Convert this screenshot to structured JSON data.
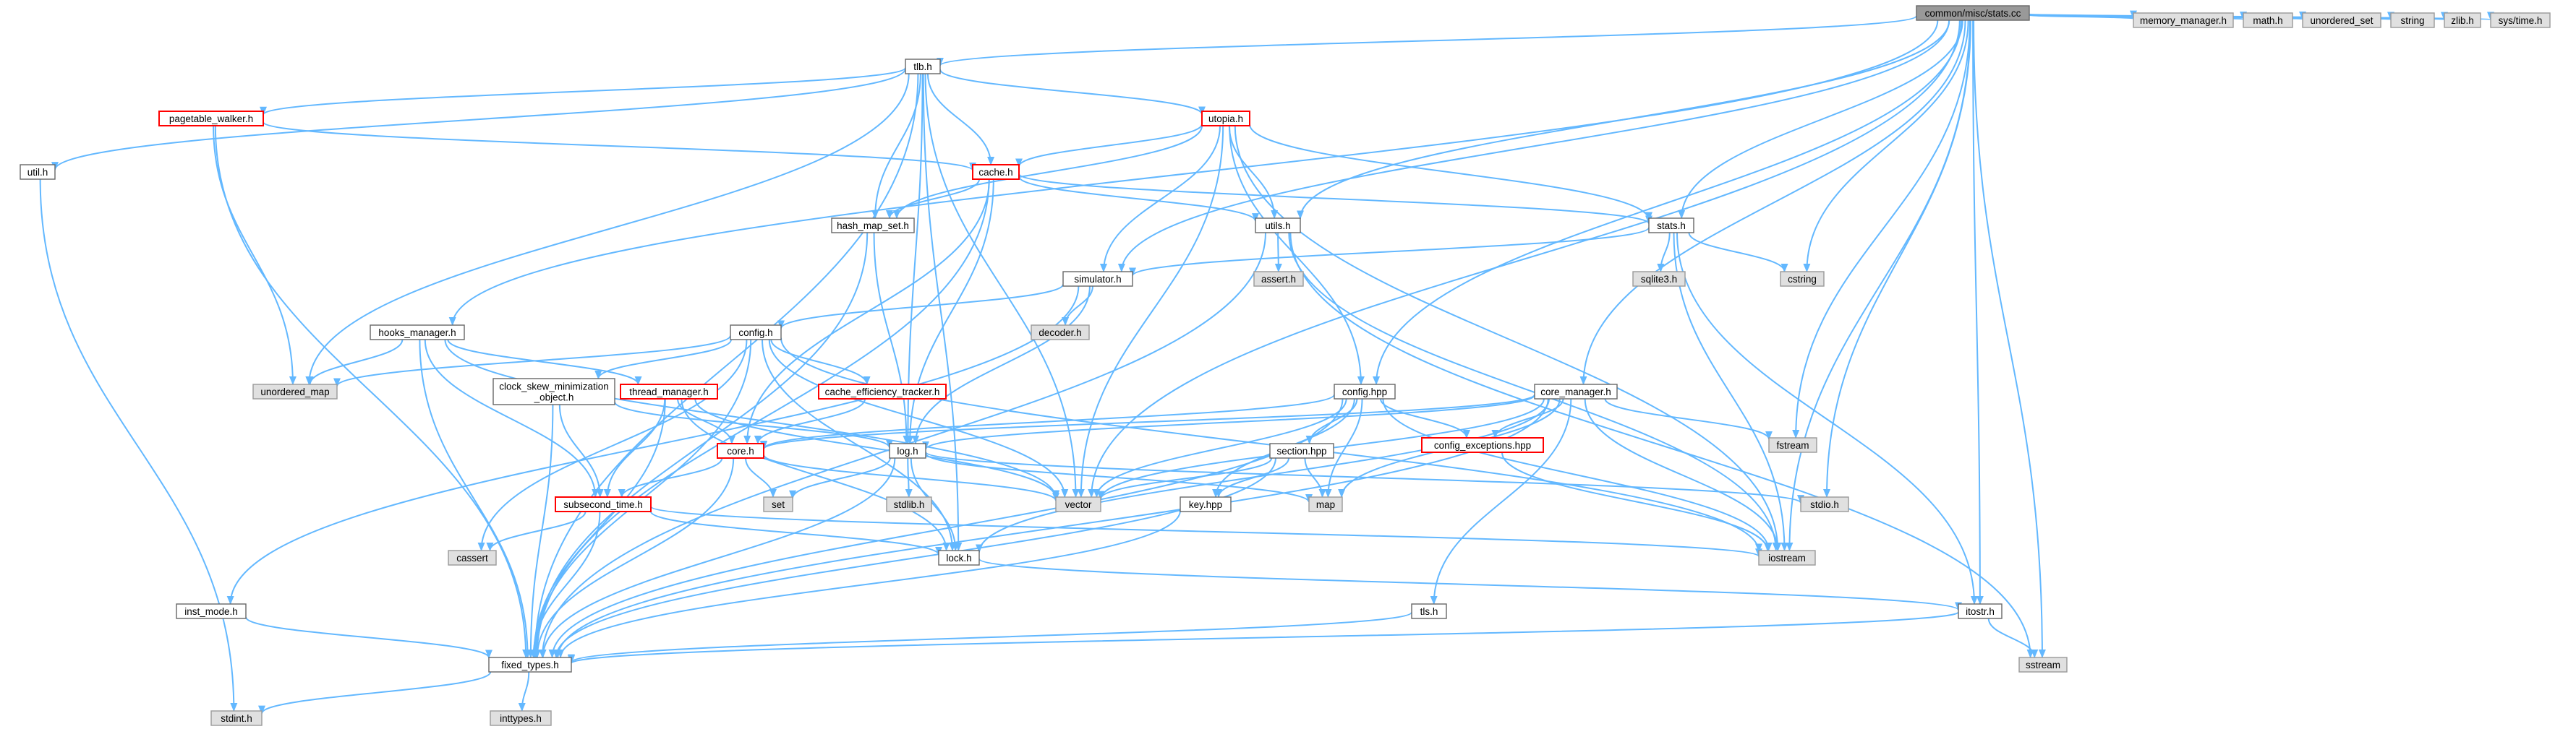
{
  "colors": {
    "edge": "#63b8ff",
    "root_fill": "#999999",
    "system_fill": "#e0e0e0",
    "missing_border": "#ff0000",
    "normal_border": "#666666"
  },
  "nodes": [
    {
      "id": "stats_cc",
      "label": "common/misc/stats.cc",
      "kind": "root"
    },
    {
      "id": "tlb_h",
      "label": "tlb.h",
      "kind": "normal"
    },
    {
      "id": "memory_manager_h",
      "label": "memory_manager.h",
      "kind": "system"
    },
    {
      "id": "math_h",
      "label": "math.h",
      "kind": "system"
    },
    {
      "id": "unordered_set",
      "label": "unordered_set",
      "kind": "system"
    },
    {
      "id": "string",
      "label": "string",
      "kind": "system"
    },
    {
      "id": "zlib_h",
      "label": "zlib.h",
      "kind": "system"
    },
    {
      "id": "sys_time_h",
      "label": "sys/time.h",
      "kind": "system"
    },
    {
      "id": "pagetable_walker_h",
      "label": "pagetable_walker.h",
      "kind": "red"
    },
    {
      "id": "utopia_h",
      "label": "utopia.h",
      "kind": "red"
    },
    {
      "id": "util_h",
      "label": "util.h",
      "kind": "normal"
    },
    {
      "id": "cache_h",
      "label": "cache.h",
      "kind": "red"
    },
    {
      "id": "hash_map_set_h",
      "label": "hash_map_set.h",
      "kind": "normal"
    },
    {
      "id": "utils_h",
      "label": "utils.h",
      "kind": "normal"
    },
    {
      "id": "stats_h",
      "label": "stats.h",
      "kind": "normal"
    },
    {
      "id": "simulator_h",
      "label": "simulator.h",
      "kind": "normal"
    },
    {
      "id": "assert_h",
      "label": "assert.h",
      "kind": "system"
    },
    {
      "id": "sqlite3_h",
      "label": "sqlite3.h",
      "kind": "system"
    },
    {
      "id": "cstring",
      "label": "cstring",
      "kind": "system"
    },
    {
      "id": "decoder_h",
      "label": "decoder.h",
      "kind": "system"
    },
    {
      "id": "hooks_manager_h",
      "label": "hooks_manager.h",
      "kind": "normal"
    },
    {
      "id": "config_h",
      "label": "config.h",
      "kind": "normal"
    },
    {
      "id": "unordered_map",
      "label": "unordered_map",
      "kind": "system"
    },
    {
      "id": "clock_skew_h",
      "label": "clock_skew_minimization\n_object.h",
      "kind": "normal"
    },
    {
      "id": "thread_manager_h",
      "label": "thread_manager.h",
      "kind": "red"
    },
    {
      "id": "cache_efficiency_tracker_h",
      "label": "cache_efficiency_tracker.h",
      "kind": "red"
    },
    {
      "id": "config_hpp",
      "label": "config.hpp",
      "kind": "normal"
    },
    {
      "id": "core_manager_h",
      "label": "core_manager.h",
      "kind": "normal"
    },
    {
      "id": "config_exceptions_hpp",
      "label": "config_exceptions.hpp",
      "kind": "red"
    },
    {
      "id": "fstream",
      "label": "fstream",
      "kind": "system"
    },
    {
      "id": "core_h",
      "label": "core.h",
      "kind": "red"
    },
    {
      "id": "log_h",
      "label": "log.h",
      "kind": "normal"
    },
    {
      "id": "section_hpp",
      "label": "section.hpp",
      "kind": "normal"
    },
    {
      "id": "set",
      "label": "set",
      "kind": "system"
    },
    {
      "id": "stdlib_h",
      "label": "stdlib.h",
      "kind": "system"
    },
    {
      "id": "vector",
      "label": "vector",
      "kind": "system"
    },
    {
      "id": "key_hpp",
      "label": "key.hpp",
      "kind": "normal"
    },
    {
      "id": "map",
      "label": "map",
      "kind": "system"
    },
    {
      "id": "stdio_h",
      "label": "stdio.h",
      "kind": "system"
    },
    {
      "id": "subsecond_time_h",
      "label": "subsecond_time.h",
      "kind": "red"
    },
    {
      "id": "cassert",
      "label": "cassert",
      "kind": "system"
    },
    {
      "id": "lock_h",
      "label": "lock.h",
      "kind": "normal"
    },
    {
      "id": "iostream",
      "label": "iostream",
      "kind": "system"
    },
    {
      "id": "inst_mode_h",
      "label": "inst_mode.h",
      "kind": "normal"
    },
    {
      "id": "tls_h",
      "label": "tls.h",
      "kind": "normal"
    },
    {
      "id": "itostr_h",
      "label": "itostr.h",
      "kind": "normal"
    },
    {
      "id": "fixed_types_h",
      "label": "fixed_types.h",
      "kind": "normal"
    },
    {
      "id": "sstream",
      "label": "sstream",
      "kind": "system"
    },
    {
      "id": "stdint_h",
      "label": "stdint.h",
      "kind": "system"
    },
    {
      "id": "inttypes_h",
      "label": "inttypes.h",
      "kind": "system"
    }
  ],
  "edges": [
    [
      "stats_cc",
      "tlb_h"
    ],
    [
      "stats_cc",
      "memory_manager_h"
    ],
    [
      "stats_cc",
      "math_h"
    ],
    [
      "stats_cc",
      "unordered_set"
    ],
    [
      "stats_cc",
      "string"
    ],
    [
      "stats_cc",
      "zlib_h"
    ],
    [
      "stats_cc",
      "sys_time_h"
    ],
    [
      "stats_cc",
      "hooks_manager_h"
    ],
    [
      "stats_cc",
      "simulator_h"
    ],
    [
      "stats_cc",
      "utils_h"
    ],
    [
      "stats_cc",
      "stats_h"
    ],
    [
      "stats_cc",
      "cstring"
    ],
    [
      "stats_cc",
      "config_hpp"
    ],
    [
      "stats_cc",
      "core_manager_h"
    ],
    [
      "stats_cc",
      "fstream"
    ],
    [
      "stats_cc",
      "stdio_h"
    ],
    [
      "stats_cc",
      "vector"
    ],
    [
      "stats_cc",
      "iostream"
    ],
    [
      "stats_cc",
      "itostr_h"
    ],
    [
      "stats_cc",
      "sstream"
    ],
    [
      "tlb_h",
      "pagetable_walker_h"
    ],
    [
      "tlb_h",
      "utopia_h"
    ],
    [
      "tlb_h",
      "util_h"
    ],
    [
      "tlb_h",
      "cache_h"
    ],
    [
      "tlb_h",
      "hash_map_set_h"
    ],
    [
      "tlb_h",
      "unordered_map"
    ],
    [
      "tlb_h",
      "fixed_types_h"
    ],
    [
      "tlb_h",
      "log_h"
    ],
    [
      "tlb_h",
      "lock_h"
    ],
    [
      "tlb_h",
      "vector"
    ],
    [
      "pagetable_walker_h",
      "cache_h"
    ],
    [
      "pagetable_walker_h",
      "unordered_map"
    ],
    [
      "pagetable_walker_h",
      "fixed_types_h"
    ],
    [
      "utopia_h",
      "cache_h"
    ],
    [
      "utopia_h",
      "hash_map_set_h"
    ],
    [
      "utopia_h",
      "utils_h"
    ],
    [
      "utopia_h",
      "stats_h"
    ],
    [
      "utopia_h",
      "simulator_h"
    ],
    [
      "utopia_h",
      "config_hpp"
    ],
    [
      "utopia_h",
      "vector"
    ],
    [
      "utopia_h",
      "iostream"
    ],
    [
      "util_h",
      "stdint_h"
    ],
    [
      "cache_h",
      "hash_map_set_h"
    ],
    [
      "cache_h",
      "utils_h"
    ],
    [
      "cache_h",
      "stats_h"
    ],
    [
      "cache_h",
      "log_h"
    ],
    [
      "cache_h",
      "core_h"
    ],
    [
      "cache_h",
      "fixed_types_h"
    ],
    [
      "hash_map_set_h",
      "fixed_types_h"
    ],
    [
      "hash_map_set_h",
      "log_h"
    ],
    [
      "utils_h",
      "assert_h"
    ],
    [
      "utils_h",
      "fixed_types_h"
    ],
    [
      "utils_h",
      "iostream"
    ],
    [
      "utils_h",
      "sstream"
    ],
    [
      "stats_h",
      "simulator_h"
    ],
    [
      "stats_h",
      "sqlite3_h"
    ],
    [
      "stats_h",
      "cstring"
    ],
    [
      "stats_h",
      "iostream"
    ],
    [
      "stats_h",
      "itostr_h"
    ],
    [
      "simulator_h",
      "config_h"
    ],
    [
      "simulator_h",
      "decoder_h"
    ],
    [
      "simulator_h",
      "log_h"
    ],
    [
      "simulator_h",
      "inst_mode_h"
    ],
    [
      "hooks_manager_h",
      "unordered_map"
    ],
    [
      "hooks_manager_h",
      "thread_manager_h"
    ],
    [
      "hooks_manager_h",
      "subsecond_time_h"
    ],
    [
      "hooks_manager_h",
      "fixed_types_h"
    ],
    [
      "hooks_manager_h",
      "vector"
    ],
    [
      "config_h",
      "unordered_map"
    ],
    [
      "config_h",
      "clock_skew_h"
    ],
    [
      "config_h",
      "cache_efficiency_tracker_h"
    ],
    [
      "config_h",
      "fixed_types_h"
    ],
    [
      "config_h",
      "cassert"
    ],
    [
      "config_h",
      "vector"
    ],
    [
      "config_h",
      "iostream"
    ],
    [
      "config_h",
      "lock_h"
    ],
    [
      "clock_skew_h",
      "subsecond_time_h"
    ],
    [
      "clock_skew_h",
      "fixed_types_h"
    ],
    [
      "clock_skew_h",
      "log_h"
    ],
    [
      "thread_manager_h",
      "core_h"
    ],
    [
      "thread_manager_h",
      "subsecond_time_h"
    ],
    [
      "thread_manager_h",
      "fixed_types_h"
    ],
    [
      "thread_manager_h",
      "lock_h"
    ],
    [
      "thread_manager_h",
      "vector"
    ],
    [
      "cache_efficiency_tracker_h",
      "core_h"
    ],
    [
      "config_hpp",
      "config_exceptions_hpp"
    ],
    [
      "config_hpp",
      "section_hpp"
    ],
    [
      "config_hpp",
      "key_hpp"
    ],
    [
      "config_hpp",
      "map"
    ],
    [
      "config_hpp",
      "vector"
    ],
    [
      "config_hpp",
      "iostream"
    ],
    [
      "config_hpp",
      "core_h"
    ],
    [
      "config_hpp",
      "fixed_types_h"
    ],
    [
      "core_manager_h",
      "config_exceptions_hpp"
    ],
    [
      "core_manager_h",
      "fstream"
    ],
    [
      "core_manager_h",
      "log_h"
    ],
    [
      "core_manager_h",
      "map"
    ],
    [
      "core_manager_h",
      "vector"
    ],
    [
      "core_manager_h",
      "iostream"
    ],
    [
      "core_manager_h",
      "lock_h"
    ],
    [
      "core_manager_h",
      "tls_h"
    ],
    [
      "core_manager_h",
      "fixed_types_h"
    ],
    [
      "core_manager_h",
      "core_h"
    ],
    [
      "config_exceptions_hpp",
      "iostream"
    ],
    [
      "core_h",
      "set"
    ],
    [
      "core_h",
      "subsecond_time_h"
    ],
    [
      "core_h",
      "vector"
    ],
    [
      "core_h",
      "fixed_types_h"
    ],
    [
      "log_h",
      "set"
    ],
    [
      "log_h",
      "stdlib_h"
    ],
    [
      "log_h",
      "lock_h"
    ],
    [
      "log_h",
      "fixed_types_h"
    ],
    [
      "log_h",
      "stdio_h"
    ],
    [
      "log_h",
      "map"
    ],
    [
      "section_hpp",
      "map"
    ],
    [
      "section_hpp",
      "vector"
    ],
    [
      "section_hpp",
      "key_hpp"
    ],
    [
      "section_hpp",
      "fixed_types_h"
    ],
    [
      "key_hpp",
      "fixed_types_h"
    ],
    [
      "subsecond_time_h",
      "cassert"
    ],
    [
      "subsecond_time_h",
      "lock_h"
    ],
    [
      "subsecond_time_h",
      "fixed_types_h"
    ],
    [
      "subsecond_time_h",
      "iostream"
    ],
    [
      "lock_h",
      "itostr_h"
    ],
    [
      "inst_mode_h",
      "fixed_types_h"
    ],
    [
      "tls_h",
      "fixed_types_h"
    ],
    [
      "itostr_h",
      "sstream"
    ],
    [
      "itostr_h",
      "fixed_types_h"
    ],
    [
      "fixed_types_h",
      "stdint_h"
    ],
    [
      "fixed_types_h",
      "inttypes_h"
    ]
  ]
}
